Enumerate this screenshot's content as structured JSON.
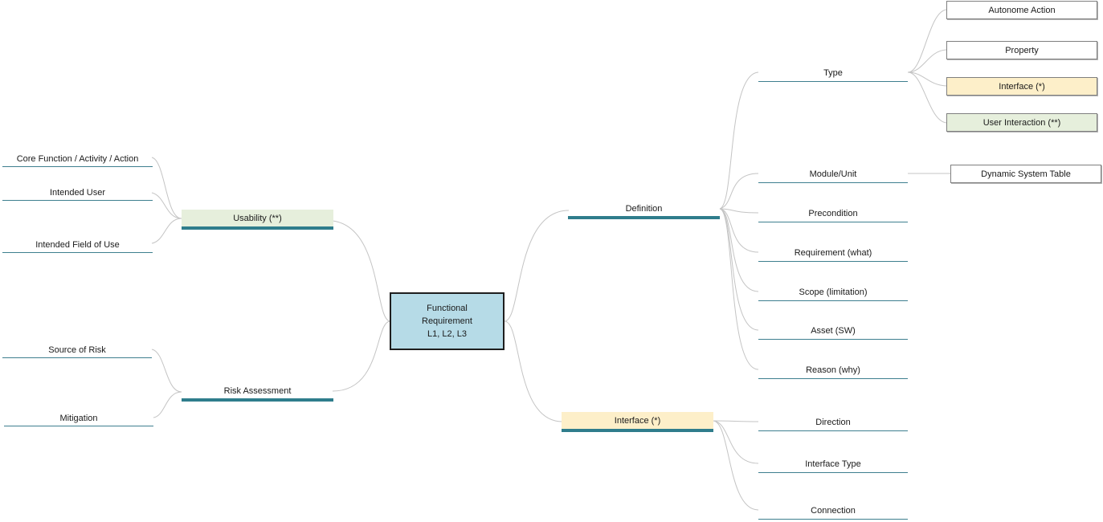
{
  "center": {
    "lines": [
      "Functional",
      "Requirement",
      "L1, L2, L3"
    ]
  },
  "left": {
    "usability": {
      "label": "Usability (**)",
      "children": [
        "Core Function / Activity / Action",
        "Intended User",
        "Intended Field of Use"
      ]
    },
    "risk": {
      "label": "Risk Assessment",
      "children": [
        "Source of Risk",
        "Mitigation"
      ]
    }
  },
  "right": {
    "definition": {
      "label": "Definition",
      "type": {
        "label": "Type",
        "children": [
          "Autonome Action",
          "Property",
          "Interface (*)",
          "User Interaction (**)"
        ]
      },
      "module": {
        "label": "Module/Unit",
        "children": [
          "Dynamic System Table"
        ]
      },
      "others": [
        "Precondition",
        "Requirement (what)",
        "Scope (limitation)",
        "Asset (SW)",
        "Reason (why)"
      ]
    },
    "interface": {
      "label": "Interface (*)",
      "children": [
        "Direction",
        "Interface Type",
        "Connection"
      ]
    }
  },
  "colors": {
    "center_fill": "#b6dbe7",
    "highlight_yellow": "#fdefc9",
    "highlight_green": "#e6efdc",
    "main_underline": "#2f7d8c",
    "sub_underline": "#3e7f8f",
    "connector": "#bfbfbf"
  }
}
